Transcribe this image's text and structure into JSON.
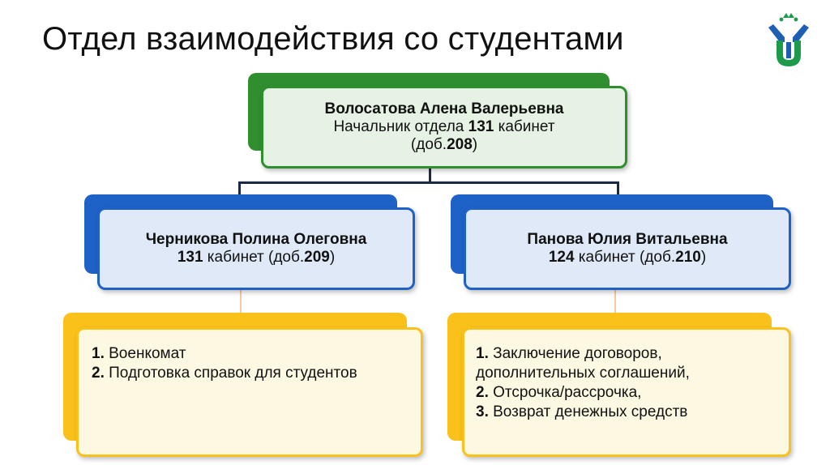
{
  "title": "Отдел взаимодействия со студентами",
  "colors": {
    "green": "#2f8f2f",
    "green_fill": "#e6f2e3",
    "blue": "#1e62c8",
    "blue_fill": "#dfe9f7",
    "yellow": "#f9c11a",
    "yellow_fill": "#fdf8e2",
    "connector_dark": "#1a2a44",
    "connector_light": "#f6c9a0",
    "logo_green": "#1d9a4a",
    "logo_blue": "#1e5fb3"
  },
  "head": {
    "name": "Волосатова Алена Валерьевна",
    "role_prefix": "Начальник отдела ",
    "room": "131",
    "room_suffix": " кабинет",
    "ext_prefix": "(доб.",
    "ext": "208",
    "ext_suffix": ")"
  },
  "left": {
    "name": "Черникова Полина Олеговна",
    "room": "131",
    "mid": " кабинет (доб.",
    "ext": "209",
    "ext_suffix": ")",
    "duties": [
      {
        "num": "1.",
        "text": " Военкомат"
      },
      {
        "num": "2.",
        "text": " Подготовка справок для студентов"
      }
    ]
  },
  "right": {
    "name": "Панова Юлия Витальевна",
    "room": "124",
    "mid": " кабинет (доб.",
    "ext": "210",
    "ext_suffix": ")",
    "duties": [
      {
        "num": "1.",
        "text": " Заключение договоров,"
      },
      {
        "num": "",
        "text": "дополнительных соглашений,"
      },
      {
        "num": "2.",
        "text": " Отсрочка/рассрочка,"
      },
      {
        "num": "3.",
        "text": " Возврат денежных средств"
      }
    ]
  }
}
